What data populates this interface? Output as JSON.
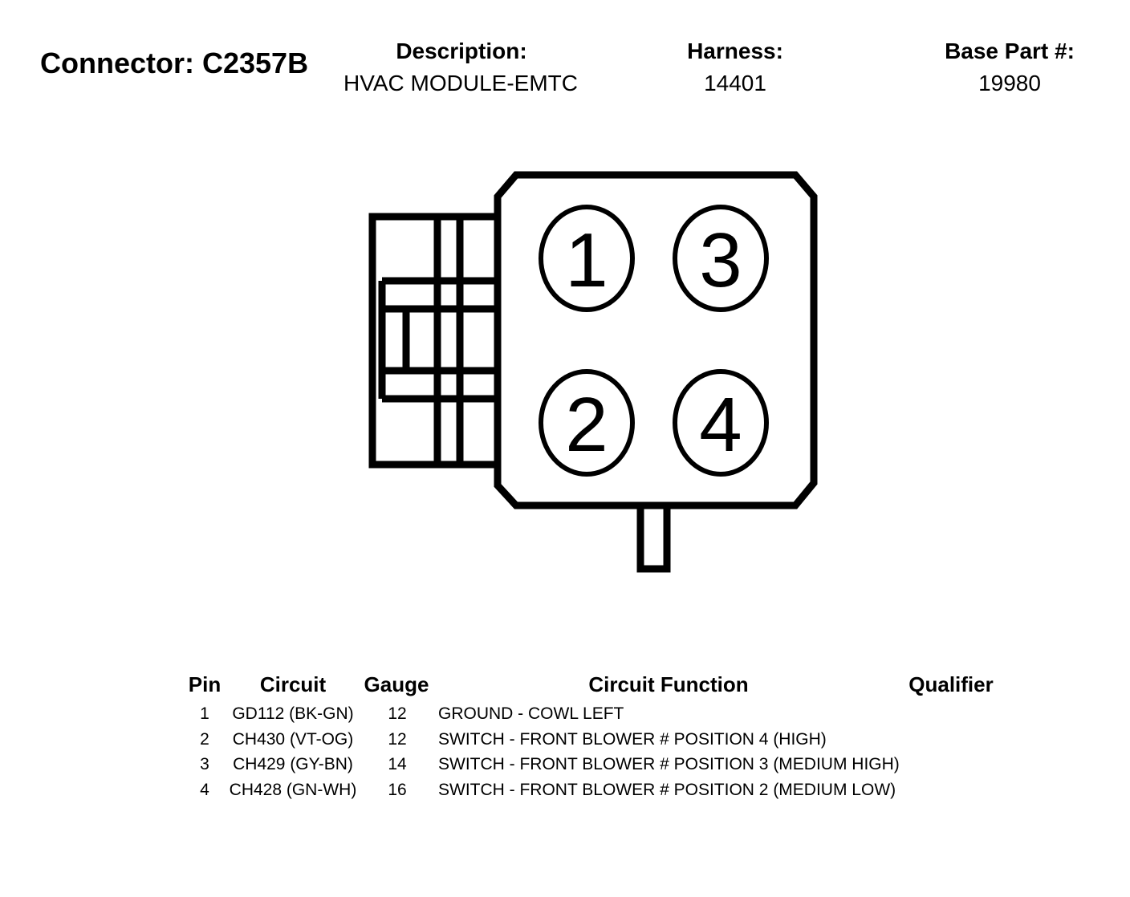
{
  "header": {
    "connector_label": "Connector: C2357B",
    "description_label": "Description:",
    "description_value": "HVAC MODULE-EMTC",
    "harness_label": "Harness:",
    "harness_value": "14401",
    "base_part_label": "Base Part #:",
    "base_part_value": "19980"
  },
  "pin_labels": [
    "1",
    "3",
    "2",
    "4"
  ],
  "table": {
    "columns": [
      "Pin",
      "Circuit",
      "Gauge",
      "Circuit Function",
      "Qualifier"
    ],
    "rows": [
      {
        "pin": "1",
        "circuit": "GD112 (BK-GN)",
        "gauge": "12",
        "function": "GROUND - COWL LEFT",
        "qualifier": ""
      },
      {
        "pin": "2",
        "circuit": "CH430 (VT-OG)",
        "gauge": "12",
        "function": "SWITCH - FRONT BLOWER # POSITION 4 (HIGH)",
        "qualifier": ""
      },
      {
        "pin": "3",
        "circuit": "CH429 (GY-BN)",
        "gauge": "14",
        "function": "SWITCH - FRONT BLOWER # POSITION 3 (MEDIUM HIGH)",
        "qualifier": ""
      },
      {
        "pin": "4",
        "circuit": "CH428 (GN-WH)",
        "gauge": "16",
        "function": "SWITCH - FRONT BLOWER # POSITION 2 (MEDIUM LOW)",
        "qualifier": ""
      }
    ]
  },
  "colors": {
    "ink": "#000000",
    "background": "#ffffff"
  }
}
